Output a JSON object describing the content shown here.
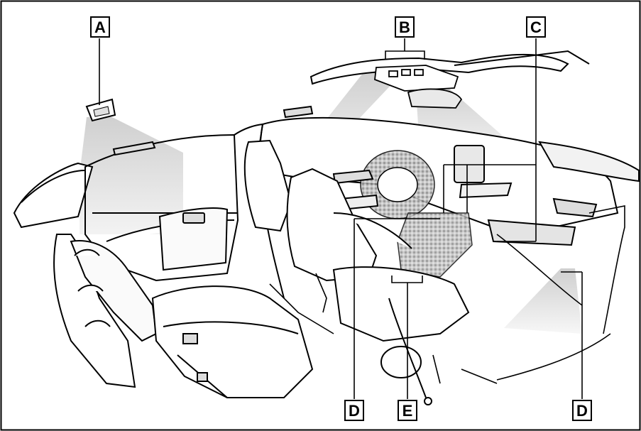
{
  "diagram": {
    "callouts": [
      {
        "id": "A",
        "label": "A"
      },
      {
        "id": "B",
        "label": "B"
      },
      {
        "id": "C",
        "label": "C"
      },
      {
        "id": "D1",
        "label": "D"
      },
      {
        "id": "E",
        "label": "E"
      },
      {
        "id": "D2",
        "label": "D"
      }
    ],
    "colors": {
      "outline": "#000000",
      "light_beam": "#c8c8c8",
      "interior_shade": "#e6e6e6",
      "background": "#ffffff"
    }
  }
}
